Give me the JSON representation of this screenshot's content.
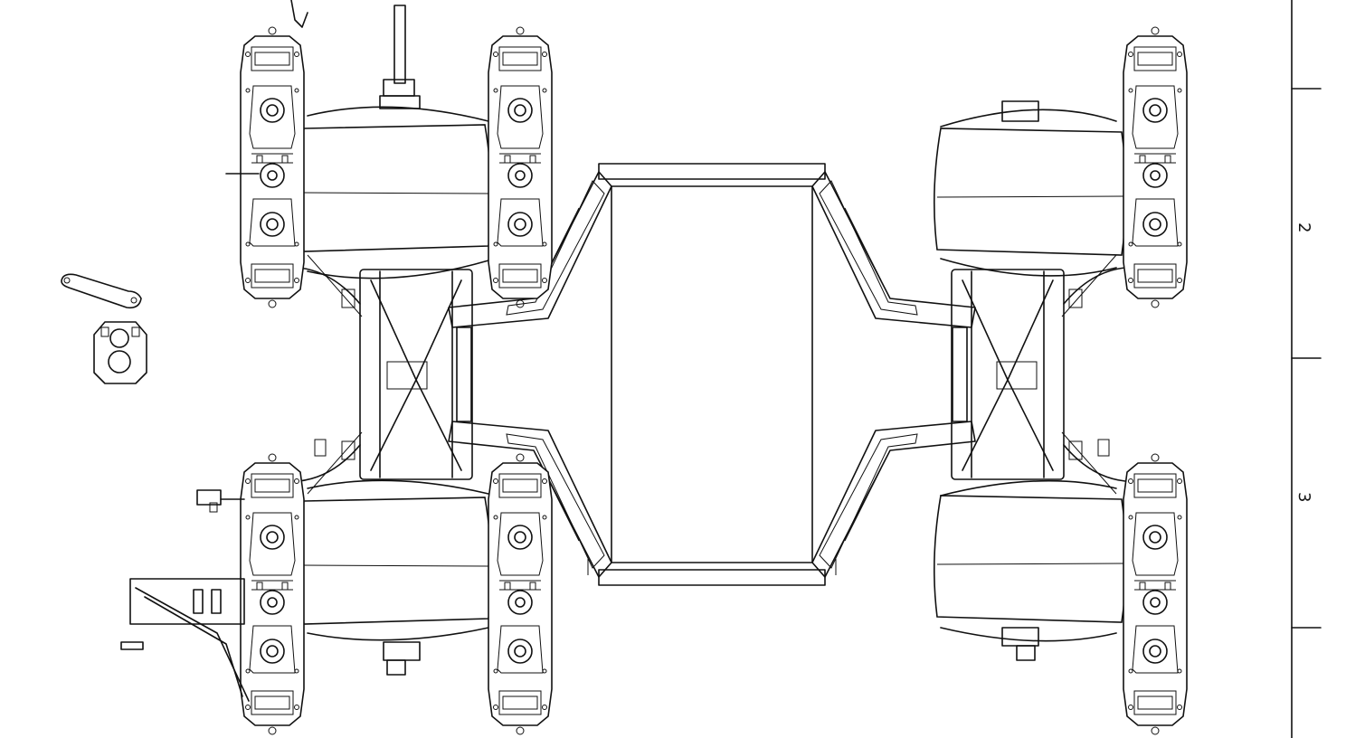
{
  "drawing": {
    "subject": "chassis-top-view",
    "border_zone_labels": [
      "2",
      "3"
    ]
  },
  "colors": {
    "line": "#111111",
    "background": "#ffffff"
  }
}
